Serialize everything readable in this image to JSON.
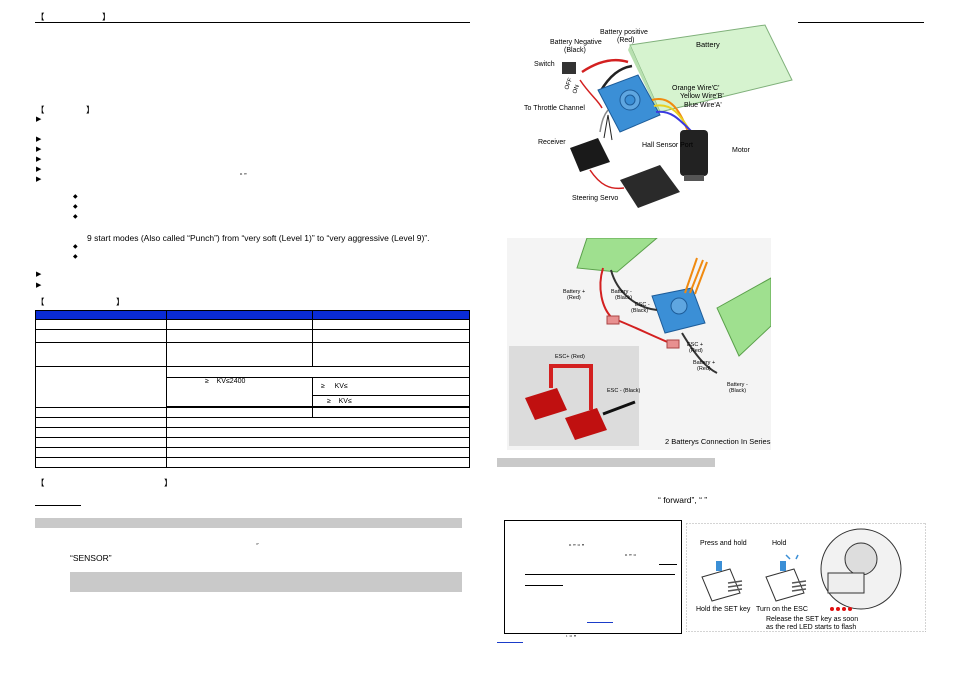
{
  "left_page": {
    "bracket_open": "【",
    "bracket_close": "】",
    "bullet_glyph": "▶",
    "diamond_glyph": "◆",
    "punch_bullet": "9 start modes (Also called “Punch”) from “very soft (Level 1)” to “very aggressive (Level 9)”.",
    "quote_pair": "“ ”",
    "table_ge1": "≥",
    "table_kv1": "KV≤2400",
    "table_ge2": "≥",
    "table_kv2": "KV≤",
    "table_ge3": "≥",
    "table_kv3": "KV≤",
    "sensor_text": "“SENSOR”",
    "sensor_quote": "˝"
  },
  "diagram1": {
    "battery_negative": "Battery Negative",
    "battery_negative_color": "(Black)",
    "battery_positive": "Battery positive",
    "battery_positive_color": "(Red)",
    "battery": "Battery",
    "switch": "Switch",
    "off": "OFF",
    "on": "ON",
    "orange_wire": "Orange Wire'C'",
    "yellow_wire": "Yellow Wire'B'",
    "blue_wire": "Blue Wire'A'",
    "throttle": "To Throttle Channel",
    "receiver": "Receiver",
    "hall": "Hall Sensor Port",
    "motor": "Motor",
    "servo": "Steering Servo"
  },
  "diagram2": {
    "bat_plus_left": "Battery +",
    "bat_plus_left_color": "(Red)",
    "bat_minus_left": "Battery -",
    "bat_minus_left_color": "(Black)",
    "esc_minus": "ESC -",
    "esc_minus_color": "(Black)",
    "esc_plus": "ESC +",
    "esc_plus_color": "(Red)",
    "bat_plus_right": "Battery +",
    "bat_plus_right_color": "(Red)",
    "bat_minus_right": "Battery -",
    "bat_minus_right_color": "(Black)",
    "inset_esc_plus": "ESC+ (Red)",
    "inset_esc_minus": "ESC - (Black)",
    "caption": "2 Batterys Connection In Series"
  },
  "right_page": {
    "forward_text": "“ forward”, “ ”",
    "box_quotes_1": "“ ” “ ”",
    "box_quotes_2": "“ ” “",
    "bottom_quotes": "‘ “ ”"
  },
  "set_key": {
    "press_hold": "Press and hold",
    "hold": "Hold",
    "hold_set": "Hold the SET key",
    "turn_on": "Turn on the ESC",
    "release_line1": "Release the SET key as soon",
    "release_line2": "as the red LED starts to flash"
  },
  "colors": {
    "table_header": "#0a2bd4",
    "gray_bar": "#c9c9c9",
    "battery_green": "#d6f3cf",
    "esc_blue": "#3b8fd6",
    "wire_red": "#d32020",
    "led_red": "#e01010",
    "link_blue": "#1a3cc9"
  }
}
